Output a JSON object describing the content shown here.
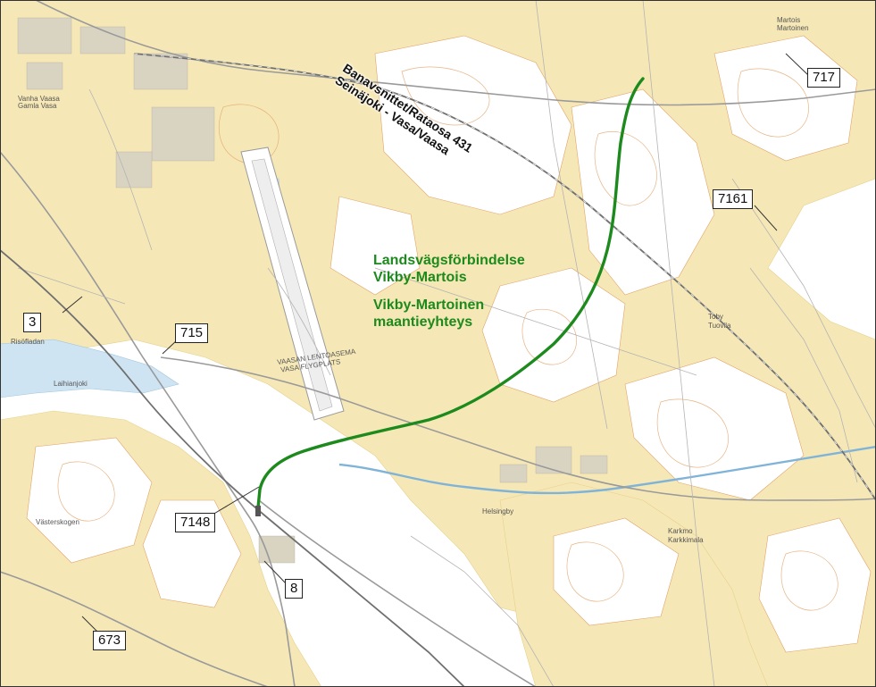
{
  "map": {
    "colors": {
      "background": "#ffffff",
      "land": "#f6e8b6",
      "water": "#cfe4f2",
      "forest_contour": "#e0a36a",
      "road_main": "#9a9a9a",
      "road_minor": "#b4b4b4",
      "railway": "#707070",
      "project_route": "#1c8a1c",
      "label_text": "#111111"
    },
    "rail_section": {
      "line1": "Banavsnittet/Rataosa 431",
      "line2": "Seinäjoki - Vasa/Vaasa"
    },
    "project": {
      "swedish_line1": "Landsvägsförbindelse",
      "swedish_line2": "Vikby-Martois",
      "finnish_line1": "Vikby-Martoinen",
      "finnish_line2": "maantieyhteys"
    },
    "road_numbers": [
      {
        "id": "717",
        "label": "717"
      },
      {
        "id": "7161",
        "label": "7161"
      },
      {
        "id": "3",
        "label": "3"
      },
      {
        "id": "715",
        "label": "715"
      },
      {
        "id": "7148",
        "label": "7148"
      },
      {
        "id": "8",
        "label": "8"
      },
      {
        "id": "673",
        "label": "673"
      }
    ],
    "places": {
      "airport_sv": "VASA FLYGPLATS",
      "airport_fi": "VAASAN LENTOASEMA",
      "martois": "Martois",
      "martoinen": "Martoinen",
      "toby": "Toby",
      "tuovila": "Tuovila",
      "karkmo": "Karkmo",
      "karkkimala": "Karkkimala",
      "helsingby": "Helsingby",
      "vasterskogen": "Västerskogen",
      "risofladan": "Risöfladan",
      "laihianjoki": "Laihianjoki",
      "gamla_vasa_sv": "Gamla Vasa",
      "gamla_vasa_fi": "Vanha Vaasa"
    },
    "icons": {
      "airport": "runway-shape",
      "route": "green-line"
    }
  }
}
